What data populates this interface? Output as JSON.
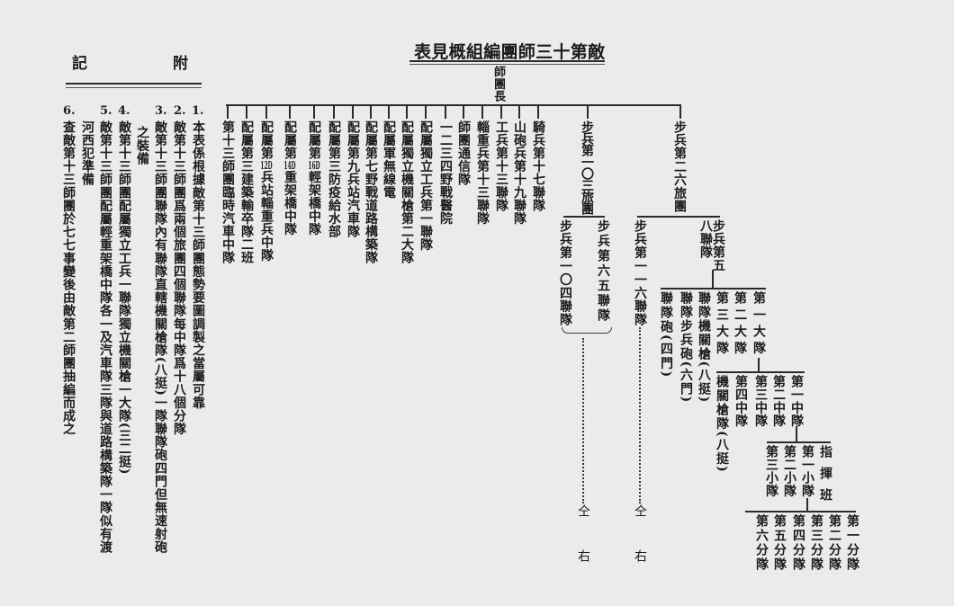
{
  "title": "敵第十三師團編組概見表",
  "commander": "師團長",
  "chart": {
    "brigades": [
      {
        "label": "步兵第二六旅團",
        "regiments": [
          {
            "label": "步兵第五八聯隊",
            "subunits": [
              {
                "label": "第一大隊",
                "subunits": [
                  {
                    "label": "第一中隊",
                    "subunits": [
                      {
                        "label": "指揮班"
                      },
                      {
                        "label": "第一小隊",
                        "subunits": [
                          {
                            "label": "第一分隊"
                          },
                          {
                            "label": "第二分隊"
                          },
                          {
                            "label": "第三分隊"
                          },
                          {
                            "label": "第四分隊"
                          },
                          {
                            "label": "第五分隊"
                          },
                          {
                            "label": "第六分隊"
                          }
                        ]
                      },
                      {
                        "label": "第二小隊"
                      },
                      {
                        "label": "第三小隊"
                      }
                    ]
                  },
                  {
                    "label": "第二中隊"
                  },
                  {
                    "label": "第三中隊"
                  },
                  {
                    "label": "第四中隊"
                  },
                  {
                    "label": "機關槍隊(八挺)"
                  }
                ]
              },
              {
                "label": "第二大隊"
              },
              {
                "label": "第三大隊"
              },
              {
                "label": "聯隊機關槍(八挺)"
              },
              {
                "label": "聯隊步兵砲(六門)"
              },
              {
                "label": "聯隊砲(四門)"
              }
            ]
          },
          {
            "label": "步兵第一一六聯隊",
            "note": "仝右"
          }
        ]
      },
      {
        "label": "步兵第一〇三旅團",
        "regiments": [
          {
            "label": "步兵第六五聯隊"
          },
          {
            "label": "步兵第一〇四聯隊"
          }
        ],
        "note": "仝右"
      }
    ],
    "division_units": [
      {
        "label": "騎兵第十七聯隊"
      },
      {
        "label": "山砲兵第十九聯隊"
      },
      {
        "label": "工兵第十三聯隊"
      },
      {
        "label": "輜重兵第十三聯隊"
      },
      {
        "label": "師團通信隊"
      },
      {
        "label": "一二三四野戰醫院"
      },
      {
        "label": "配屬獨立工兵第一聯隊"
      },
      {
        "label": "配屬獨立機關槍第二大隊"
      },
      {
        "label": "配屬軍無線電"
      },
      {
        "label": "配屬第七野戰道路構築隊"
      },
      {
        "label": "配屬第九兵站汽車隊"
      },
      {
        "label": "配屬第三防疫給水部"
      },
      {
        "label": "配屬第16D輕架橋中隊",
        "parts": [
          "配屬第",
          "16D",
          "輕架橋中隊"
        ]
      },
      {
        "label": "配屬第14D重架橋中隊",
        "parts": [
          "配屬第",
          "14D",
          "重架橋中隊"
        ]
      },
      {
        "label": "配屬第12D兵站輜重兵中隊",
        "parts": [
          "配屬第",
          "12D",
          "兵站輜重兵中隊"
        ]
      },
      {
        "label": "配屬第三建築輸卒隊二班"
      },
      {
        "label": "第十三師團臨時汽車中隊"
      }
    ]
  },
  "notes": {
    "title_chars": [
      "附",
      "記"
    ],
    "items": [
      {
        "number": "1.",
        "columns": [
          "本表係根據敵第十三師團態勢要圖調製之當屬可靠"
        ]
      },
      {
        "number": "2.",
        "columns": [
          "敵第十三師團爲兩個旅團四個聯隊每中隊爲十八個分隊"
        ]
      },
      {
        "number": "3.",
        "columns": [
          "敵第十三師團聯隊內有聯隊直轄機關槍隊(八挺)一隊聯隊砲四門但無速射砲",
          "之裝備"
        ]
      },
      {
        "number": "4.",
        "columns": [
          "敵第十三師團配屬獨立工兵一聯隊獨立機關槍一大隊(三二挺)"
        ]
      },
      {
        "number": "5.",
        "columns": [
          "敵第十三師團配屬輕重架橋中隊各一及汽車隊三隊與道路構築隊一隊似有渡",
          "河西犯準備"
        ]
      },
      {
        "number": "6.",
        "columns": [
          "查敵第十三師團於七七事變後由敵第二師團抽編而成之"
        ]
      }
    ]
  }
}
